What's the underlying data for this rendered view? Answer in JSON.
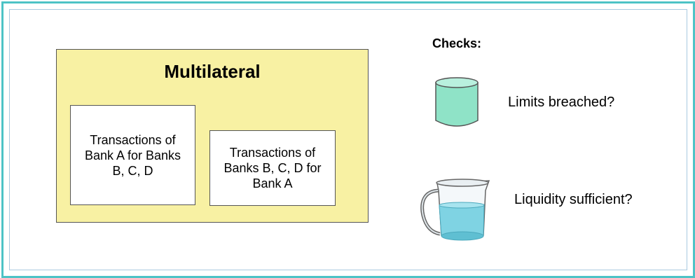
{
  "diagram": {
    "multilateral": {
      "title": "Multilateral",
      "box_a": "Transactions of Bank A for Banks B, C, D",
      "box_b": "Transactions of Banks B, C, D for Bank A"
    },
    "checks": {
      "title": "Checks:",
      "items": [
        {
          "icon": "cylinder-icon",
          "label": "Limits breached?"
        },
        {
          "icon": "jug-icon",
          "label": "Liquidity sufficient?"
        }
      ]
    }
  },
  "colors": {
    "frame": "#4dc3c6",
    "multilateral_fill": "#f8f1a3",
    "cylinder_fill": "#8fe3c7",
    "water_fill": "#7fd3e3"
  }
}
